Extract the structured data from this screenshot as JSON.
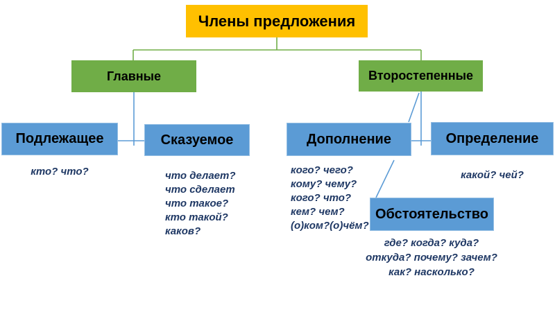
{
  "title": {
    "label": "Члены предложения"
  },
  "level2": {
    "glavnye": {
      "label": "Главные"
    },
    "vtorostepennye": {
      "label": "Второстепенные"
    }
  },
  "nodes": {
    "podlezhashchee": {
      "label": "Подлежащее",
      "questions": [
        "кто? что?"
      ]
    },
    "skazuemoe": {
      "label": "Сказуемое",
      "questions": [
        "что делает?",
        "что сделает",
        "что такое?",
        "кто такой?",
        "каков?"
      ]
    },
    "dopolnenie": {
      "label": "Дополнение",
      "questions": [
        "кого? чего?",
        "кому? чему?",
        "кого? что?",
        "кем? чем?",
        "(о)ком?(о)чём?"
      ]
    },
    "opredelenie": {
      "label": "Определение",
      "questions": [
        "какой? чей?"
      ]
    },
    "obstoyatelstvo": {
      "label": "Обстоятельство",
      "questions": [
        "где? когда? куда?",
        "откуда? почему? зачем?",
        "как? насколько?"
      ]
    }
  },
  "colors": {
    "title_bg": "#FFC000",
    "level2_bg": "#70AD47",
    "node_bg": "#5B9BD5",
    "question_text": "#1F3864",
    "connector_green": "#70AD47",
    "connector_blue": "#5B9BD5",
    "label_text": "#000000",
    "background": "#FFFFFF"
  }
}
